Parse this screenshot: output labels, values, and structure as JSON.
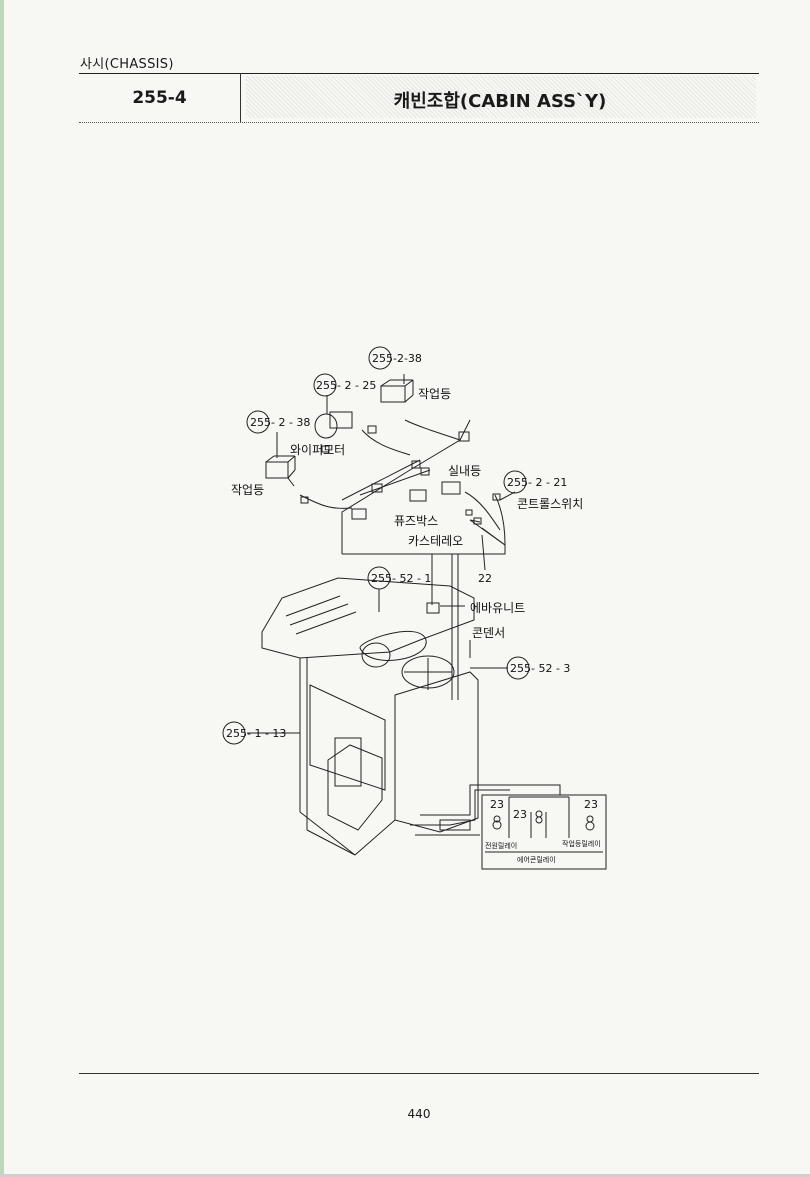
{
  "section": "사시(CHASSIS)",
  "header": {
    "code": "255-4",
    "title": "캐빈조합(CABIN ASS`Y)"
  },
  "callouts": {
    "c1": {
      "ref": "255",
      "suffix": "-2-38"
    },
    "c2": {
      "ref": "255",
      "suffix": "- 2 - 25"
    },
    "c3": {
      "ref": "255",
      "suffix": "- 2 - 38"
    },
    "c4": {
      "ref": "255",
      "suffix": "- 2 - 21"
    },
    "c5": {
      "ref": "255",
      "suffix": "- 52 - 1"
    },
    "c6": {
      "ref": "255",
      "suffix": "- 52 - 3"
    },
    "c7": {
      "ref": "255",
      "suffix": "- 1 - 13"
    }
  },
  "parts": {
    "work_lamp_top": "작업등",
    "wiper_motor": "와이퍼모터",
    "work_lamp_left": "작업등",
    "room_lamp": "실내등",
    "control_switch": "콘트롤스위치",
    "fuse_box": "퓨즈박스",
    "cassette_stereo": "카스테레오",
    "item_22": "22",
    "evaporator_unit": "에바유니트",
    "condenser": "콘덴서"
  },
  "relay_box": {
    "item_a": "23",
    "item_b": "23",
    "item_c": "23",
    "power_relay": "전원릴레이",
    "work_lamp_relay": "작업등릴레이",
    "aircon_relay": "에어콘릴레이"
  },
  "page_number": "440"
}
